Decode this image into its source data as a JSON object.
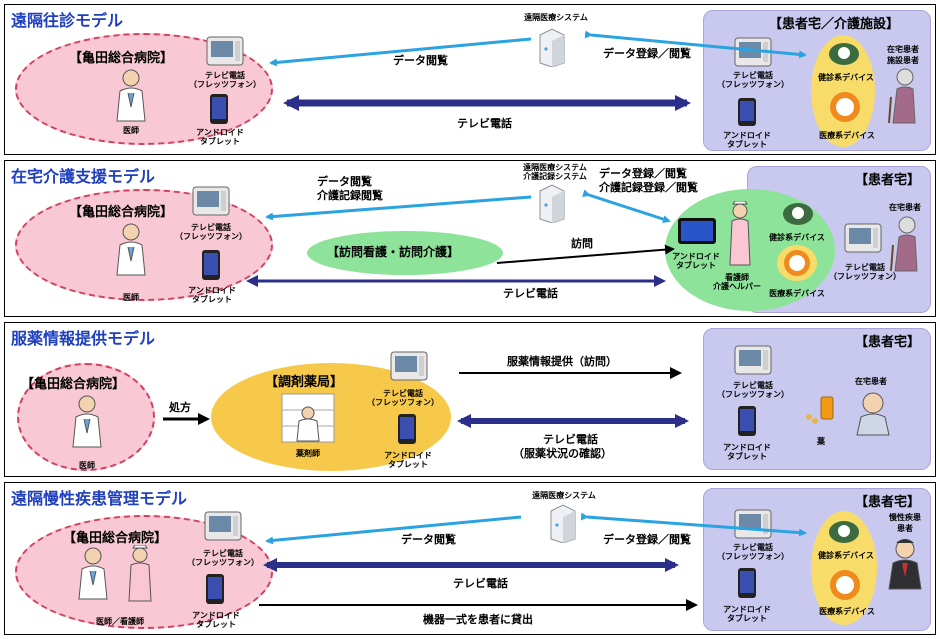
{
  "common": {
    "hospital": "【亀田総合病院】",
    "patient_home": "【患者宅】",
    "patient_home_facility": "【患者宅／介護施設】",
    "tv_phone": "テレビ電話",
    "flets_phone": "（フレッツフォン）",
    "android": "アンドロイド",
    "tablet": "タブレット",
    "doctor": "医師",
    "tele_system": "遠隔医療システム",
    "tv_call": "テレビ電話",
    "data_view": "データ閲覧",
    "data_reg_view": "データ登録／閲覧",
    "vital_device": "健診系デバイス",
    "medical_device": "医療系デバイス"
  },
  "panel1": {
    "title": "遠隔往診モデル",
    "patient_label_1": "在宅患者",
    "patient_label_2": "施設患者"
  },
  "panel2": {
    "title": "在宅介護支援モデル",
    "system_line1": "遠隔医療システム",
    "system_line2": "介護記録システム",
    "data_view": "データ閲覧",
    "care_view": "介護記録閲覧",
    "data_reg": "データ登録／閲覧",
    "care_reg": "介護記録登録／閲覧",
    "visit_bubble": "【訪問看護・訪問介護】",
    "visit": "訪問",
    "nurse": "看護師",
    "care_helper": "介護ヘルパー",
    "patient_label": "在宅患者"
  },
  "panel3": {
    "title": "服薬情報提供モデル",
    "prescription": "処方",
    "pharmacy": "【調剤薬局】",
    "pharmacist": "薬剤師",
    "med_info": "服薬情報提供（訪問）",
    "tv_call_line2": "（服薬状況の確認）",
    "medicine": "薬",
    "patient_label": "在宅患者"
  },
  "panel4": {
    "title": "遠隔慢性疾患管理モデル",
    "doctor_nurse": "医師／看護師",
    "lend": "機器一式を患者に貸出",
    "patient_label_1": "慢性疾患",
    "patient_label_2": "患者"
  }
}
